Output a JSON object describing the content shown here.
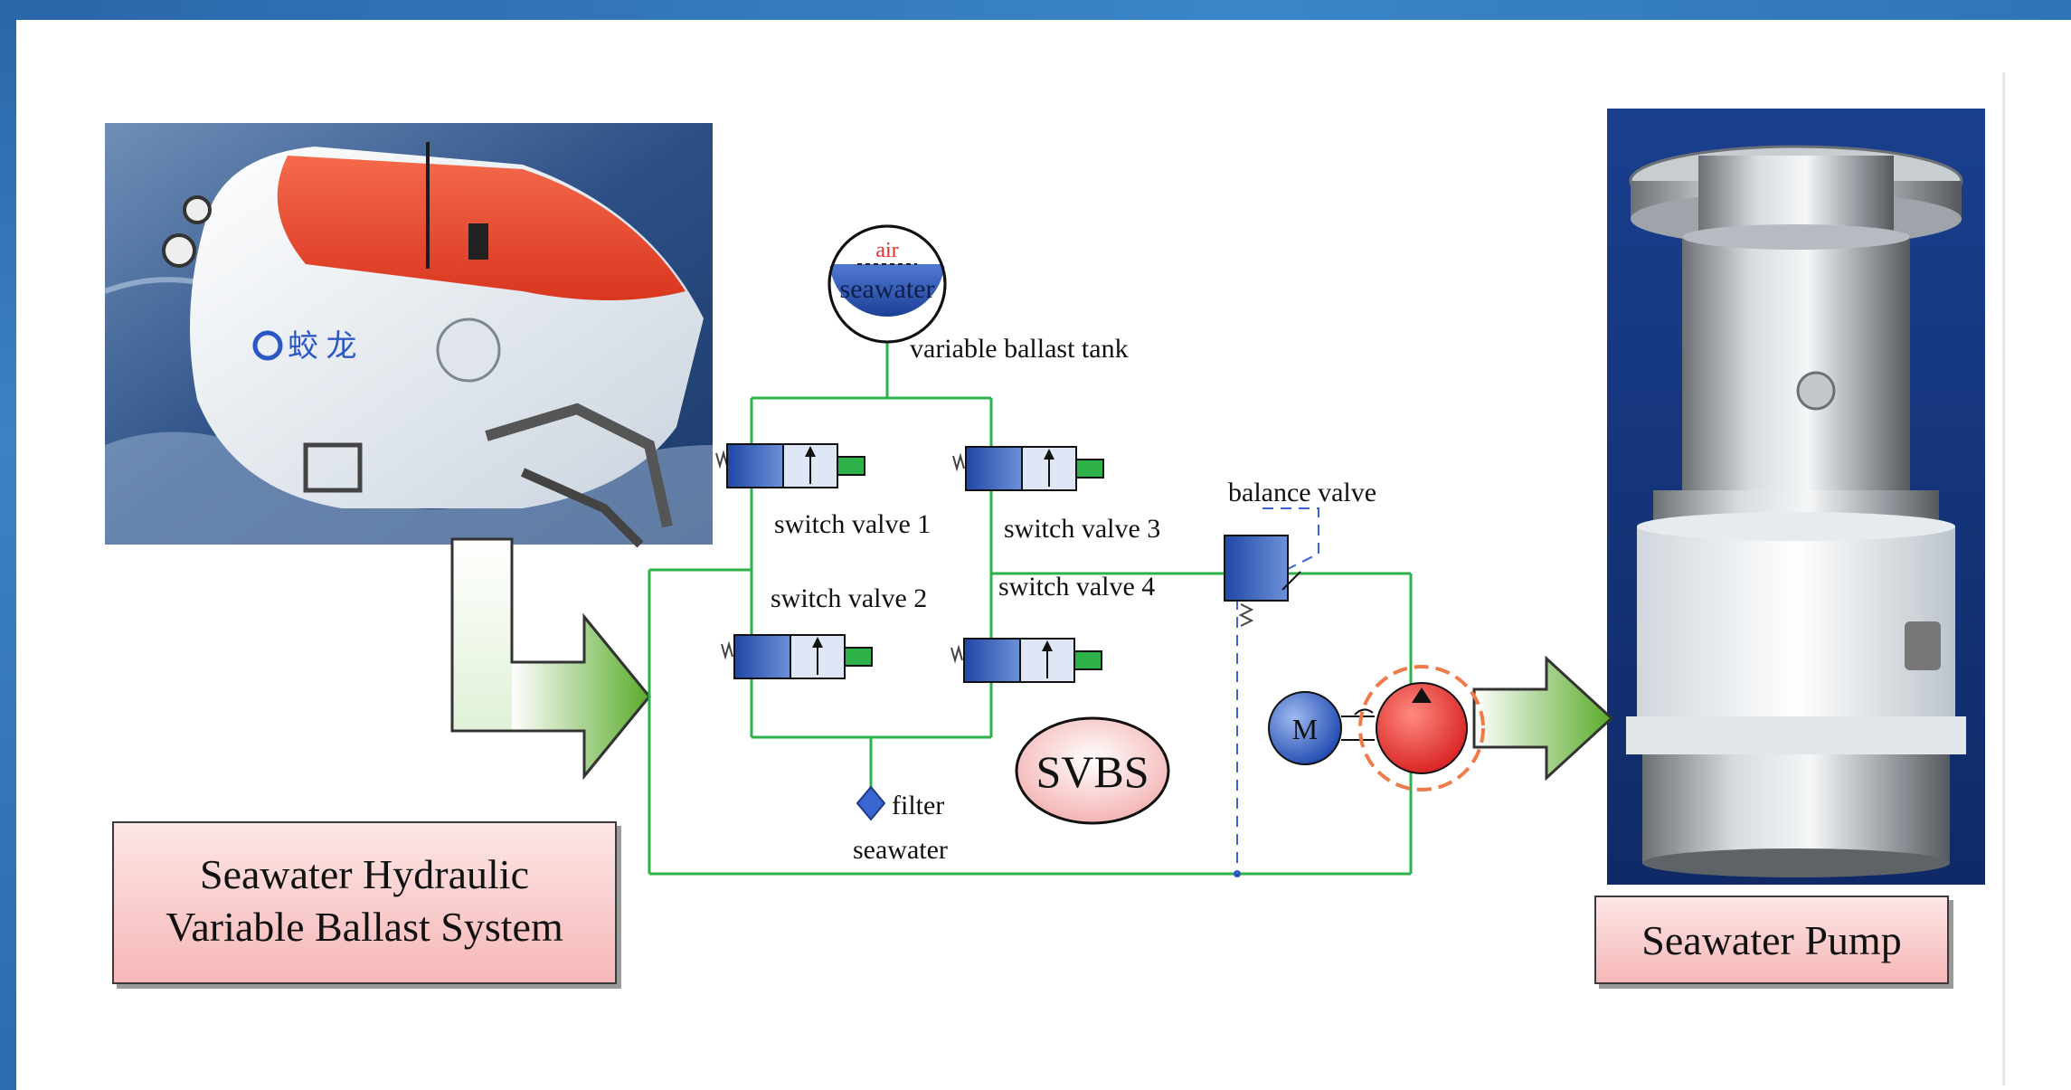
{
  "diagram": {
    "tank_top_text": "air",
    "tank_text": "seawater",
    "tank_label": "variable ballast tank",
    "valves": [
      {
        "label": "switch valve 1"
      },
      {
        "label": "switch valve 2"
      },
      {
        "label": "switch valve 3"
      },
      {
        "label": "switch valve 4"
      }
    ],
    "balance_valve_label": "balance valve",
    "motor_letter": "M",
    "filter_label": "filter",
    "seawater_label": "seawater",
    "system_abbrev": "SVBS",
    "left_title": "Seawater Hydraulic\nVariable Ballast System",
    "right_title": "Seawater Pump",
    "submersible_hull_text": "蛟 龙"
  },
  "colors": {
    "pipe": "#2db24a",
    "valve_blue": "#2a58b8",
    "pump_red": "#e53030",
    "arrow_green": "#5aab2b",
    "label_pink": "#f6b7b7"
  }
}
